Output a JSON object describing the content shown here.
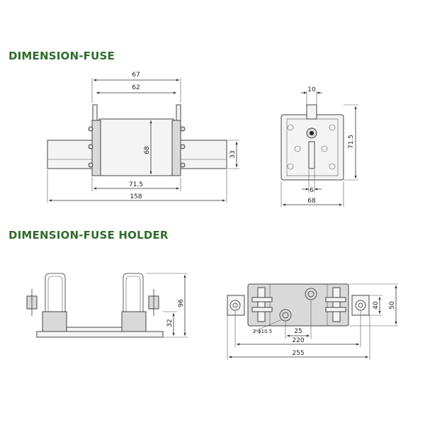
{
  "sections": {
    "fuse_title": "DIMENSION-FUSE",
    "holder_title": "DIMENSION-FUSE HOLDER"
  },
  "fuse_side": {
    "d67": "67",
    "d62": "62",
    "d68": "68",
    "d33": "33",
    "d71_5": "71.5",
    "d158": "158"
  },
  "fuse_end": {
    "d10": "10",
    "d71_5": "71.5",
    "d6": "6",
    "d68": "68"
  },
  "holder_side": {
    "d96": "96",
    "d32": "32"
  },
  "holder_top": {
    "hole": "2-ϕ10.5",
    "d25": "25",
    "d220": "220",
    "d255": "255",
    "d40": "40",
    "d50": "50"
  },
  "colors": {
    "title": "#2f6b2c"
  }
}
